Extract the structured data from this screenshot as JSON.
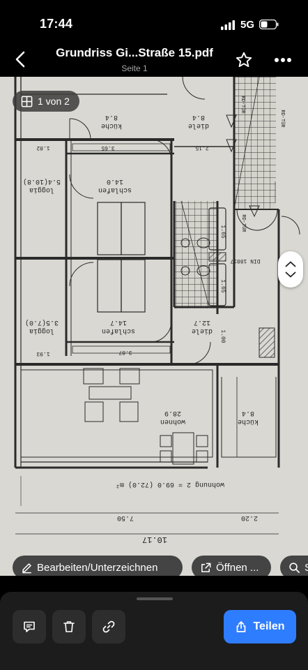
{
  "status": {
    "time": "17:44",
    "network": "5G"
  },
  "nav": {
    "title": "Grundriss Gi...Straße 15.pdf",
    "subtitle": "Seite 1"
  },
  "viewer": {
    "page_indicator": "1 von 2",
    "plan_labels": {
      "kuche_top": "küche",
      "kuche_top_area": "8.4",
      "diele_top": "diele",
      "diele_top_area": "8.4",
      "schlafen1": "schlafen",
      "schlafen1_area": "14.0",
      "loggia1": "loggia",
      "loggia1_area": "5.4(10.8)",
      "schlafen2": "schlafen",
      "schlafen2_area": "14.7",
      "loggia2": "loggia",
      "loggia2_area": "3.5(7.0)",
      "diele2": "diele",
      "diele2_area": "12.7",
      "wohnen": "wohnen",
      "wohnen_area": "28.9",
      "kuche2": "küche",
      "kuche2_area": "8.4",
      "wohnung_sum": "wohnung 2 = 69.0 (72.0) m²",
      "dim_total": "10.17",
      "dim_750": "7.50",
      "dim_220": "2.20",
      "dim_365": "3.65",
      "dim_215": "2.15",
      "dim_182": "1.82",
      "dim_387": "3.87",
      "dim_193": "1.93",
      "dim_165a": "1.65",
      "dim_165b": "1.65",
      "dim_100": "1.00",
      "rd_tur": "RD-TÜR",
      "din": "DIN 18017"
    }
  },
  "chips": {
    "edit_label": "Bearbeiten/Unterzeichnen",
    "open_label": "Öffnen ...",
    "search_label": "S"
  },
  "toolbar": {
    "share_label": "Teilen"
  },
  "colors": {
    "accent": "#2f7dff",
    "paper": "#d9d8d2",
    "ink": "#2a2a2a"
  }
}
